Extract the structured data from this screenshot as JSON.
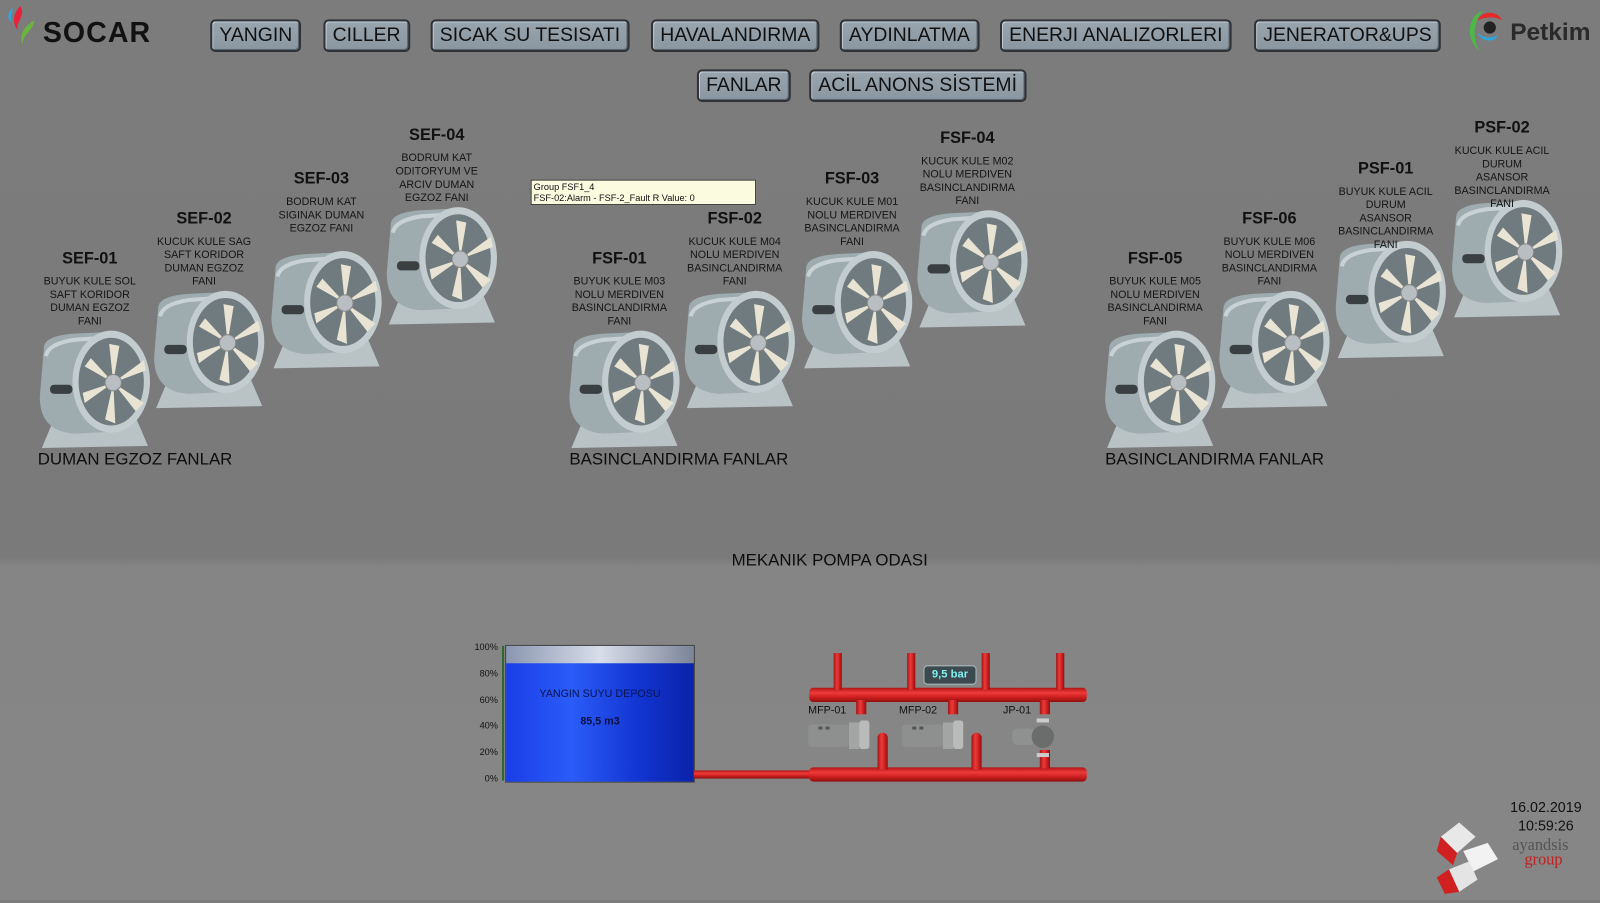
{
  "header": {
    "left_logo": "SOCAR",
    "right_logo": "Petkim"
  },
  "nav": {
    "row1": [
      "YANGIN",
      "CILLER",
      "SICAK SU TESISATI",
      "HAVALANDIRMA",
      "AYDINLATMA",
      "ENERJI ANALIZORLERI",
      "JENERATOR&UPS"
    ],
    "row2": [
      "FANLAR",
      "ACİL ANONS SİSTEMİ"
    ]
  },
  "fans": [
    {
      "id": "SEF-01",
      "desc": [
        "BUYUK KULE SOL",
        "SAFT KORIDOR",
        "DUMAN EGZOZ",
        "FANI"
      ]
    },
    {
      "id": "SEF-02",
      "desc": [
        "KUCUK KULE SAG",
        "SAFT KORIDOR",
        "DUMAN EGZOZ",
        "FANI"
      ]
    },
    {
      "id": "SEF-03",
      "desc": [
        "BODRUM KAT",
        "SIGINAK DUMAN",
        "EGZOZ FANI"
      ]
    },
    {
      "id": "SEF-04",
      "desc": [
        "BODRUM KAT",
        "ODITORYUM VE",
        "ARCIV DUMAN",
        "EGZOZ FANI"
      ]
    },
    {
      "id": "FSF-01",
      "desc": [
        "BUYUK KULE M03",
        "NOLU MERDIVEN",
        "BASINCLANDIRMA",
        "FANI"
      ]
    },
    {
      "id": "FSF-02",
      "desc": [
        "KUCUK KULE M04",
        "NOLU MERDIVEN",
        "BASINCLANDIRMA",
        "FANI"
      ]
    },
    {
      "id": "FSF-03",
      "desc": [
        "KUCUK KULE M01",
        "NOLU MERDIVEN",
        "BASINCLANDIRMA",
        "FANI"
      ]
    },
    {
      "id": "FSF-04",
      "desc": [
        "KUCUK KULE M02",
        "NOLU MERDIVEN",
        "BASINCLANDIRMA",
        "FANI"
      ]
    },
    {
      "id": "FSF-05",
      "desc": [
        "BUYUK KULE M05",
        "NOLU MERDIVEN",
        "BASINCLANDIRMA",
        "FANI"
      ]
    },
    {
      "id": "FSF-06",
      "desc": [
        "BUYUK KULE M06",
        "NOLU MERDIVEN",
        "BASINCLANDIRMA",
        "FANI"
      ]
    },
    {
      "id": "PSF-01",
      "desc": [
        "BUYUK KULE ACIL",
        "DURUM",
        "ASANSOR",
        "BASINCLANDIRMA",
        "FANI"
      ]
    },
    {
      "id": "PSF-02",
      "desc": [
        "KUCUK KULE ACIL",
        "DURUM",
        "ASANSOR",
        "BASINCLANDIRMA",
        "FANI"
      ]
    }
  ],
  "sections": [
    "DUMAN EGZOZ FANLAR",
    "BASINCLANDIRMA FANLAR",
    "BASINCLANDIRMA FANLAR"
  ],
  "tooltip": {
    "line1": "Group FSF1_4",
    "line2": "FSF-02:Alarm  -  FSF-2_Fault R Value: 0"
  },
  "pump_room": {
    "title": "MEKANIK POMPA ODASI",
    "tank": {
      "name": "YANGIN SUYU DEPOSU",
      "volume": "85,5 m3",
      "level_percent": 87,
      "axis": [
        "100%",
        "80%",
        "60%",
        "40%",
        "20%",
        "0%"
      ]
    },
    "pressure": "9,5 bar",
    "pumps": [
      "MFP-01",
      "MFP-02",
      "JP-01"
    ]
  },
  "footer": {
    "date": "16.02.2019",
    "time": "10:59:26",
    "brand_logo": "ayandsis group"
  },
  "colors": {
    "pipe": "#d42020",
    "tank_water": "#1437d8",
    "pressure_text": "#7ff2f2"
  }
}
